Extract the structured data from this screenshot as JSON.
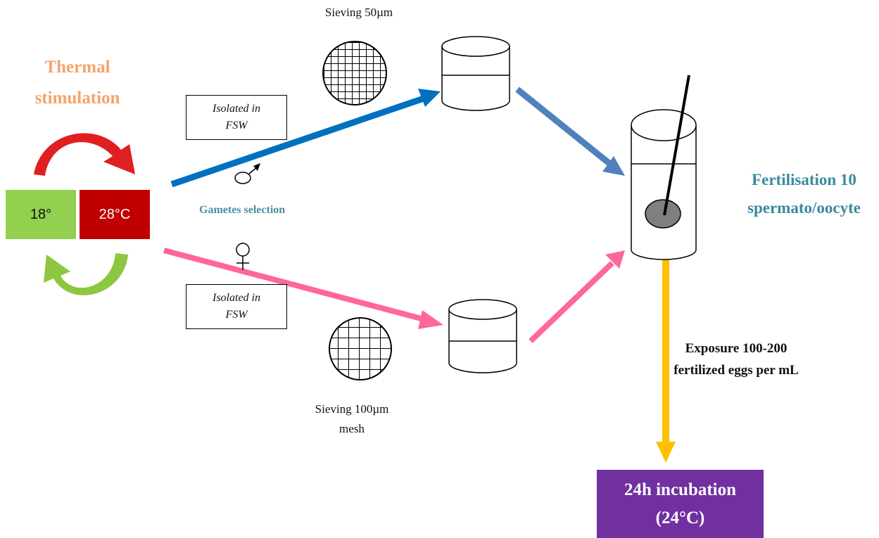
{
  "thermal": {
    "line1": "Thermal",
    "line2": "stimulation",
    "low": "18°",
    "high": "28°C"
  },
  "isolated_top": {
    "line1": "Isolated in",
    "line2": "FSW"
  },
  "isolated_bottom": {
    "line1": "Isolated in",
    "line2": "FSW"
  },
  "sieve_top": "Sieving 50µm",
  "sieve_bottom": {
    "line1": "Sieving 100µm",
    "line2": "mesh"
  },
  "gametes_selection": "Gametes selection",
  "fertilisation": {
    "line1": "Fertilisation 10",
    "line2": "spermato/oocyte"
  },
  "exposure": {
    "line1": "Exposure 100-200",
    "line2": "fertilized eggs per mL"
  },
  "incubation": {
    "line1": "24h incubation",
    "line2": "(24°C)"
  },
  "colors": {
    "thermal_text": "#f4a46a",
    "cold": "#92d050",
    "hot": "#c00000",
    "male_arrow": "#0070c0",
    "female_arrow": "#ff6699",
    "to_tube_arrow": "#4f81bd",
    "exposure_arrow": "#ffc000",
    "incubation_box": "#7030a0",
    "fertilisation_text": "#3a8a9c"
  }
}
